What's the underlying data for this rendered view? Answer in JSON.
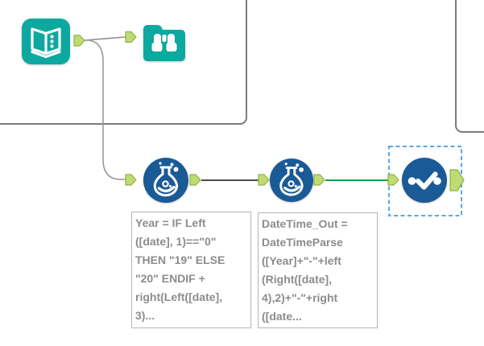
{
  "colors": {
    "teal": "#0DA89F",
    "blue": "#1A5A96",
    "anchor_fill": "#BEDC72",
    "anchor_border": "#8FB245",
    "green_connection": "#12A14B",
    "gray_connection": "#8F8F8F",
    "dark_connection": "#4C4C4C",
    "container_border": "#7B7B7B",
    "selection": "#58A8E8",
    "annotation_text": "#8C8C8C",
    "annotation_border": "#B5B5B5",
    "canvas_bg": "#FFFFFF"
  },
  "workflow": {
    "tools": [
      {
        "icon": "open-book-icon",
        "selected": false
      },
      {
        "icon": "binoculars-icon",
        "selected": false
      },
      {
        "icon": "flask-icon",
        "selected": false
      },
      {
        "icon": "flask-icon",
        "selected": false
      },
      {
        "icon": "checkmark-icon",
        "selected": true
      }
    ],
    "annotations": [
      {
        "lines": [
          "Year = IF Left",
          "([date], 1)==\"0\"",
          "THEN \"19\" ELSE",
          "\"20\" ENDIF +",
          "right(Left([date],",
          "3)..."
        ]
      },
      {
        "lines": [
          "DateTime_Out =",
          "DateTimeParse",
          "([Year]+\"-\"+left",
          "(Right([date],",
          "4),2)+\"-\"+right",
          "([date..."
        ]
      }
    ]
  }
}
